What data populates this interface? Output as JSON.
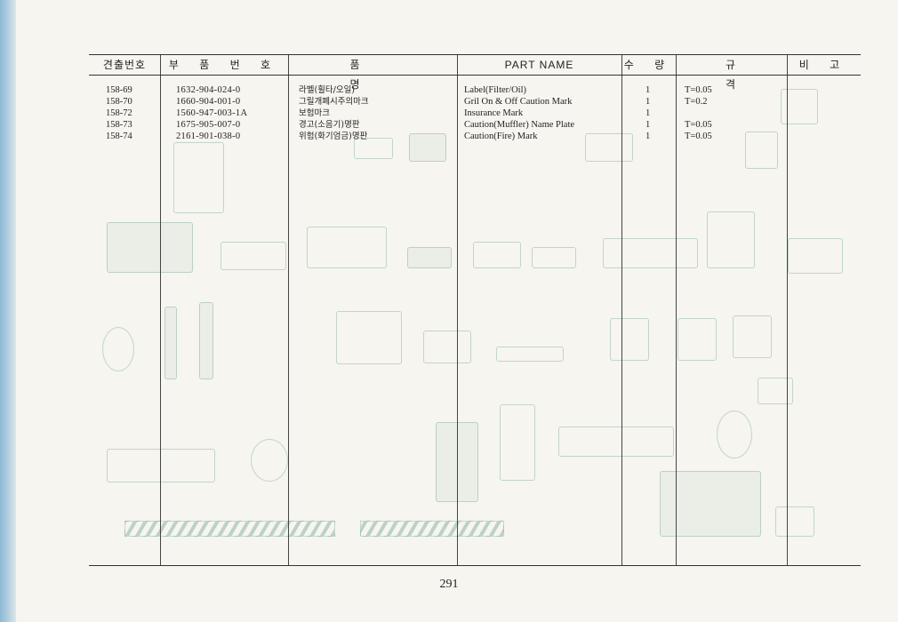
{
  "table": {
    "headers": {
      "no": "견출번호",
      "part_no": "부 품 번 호",
      "name_kr": "품 명",
      "part_name": "PART NAME",
      "qty": "수 량",
      "spec": "규 격",
      "remark": "비 고"
    },
    "rows": [
      {
        "no": "158-69",
        "part_no": "1632-904-024-0",
        "name_kr": "라벨(휠타/오일)",
        "part_name": "Label(Filter/Oil)",
        "qty": "1",
        "spec": "T=0.05"
      },
      {
        "no": "158-70",
        "part_no": "1660-904-001-0",
        "name_kr": "그릴개폐시주의마크",
        "part_name": "Gril On & Off Caution Mark",
        "qty": "1",
        "spec": "T=0.2"
      },
      {
        "no": "158-72",
        "part_no": "1560-947-003-1A",
        "name_kr": "보험마크",
        "part_name": "Insurance Mark",
        "qty": "1",
        "spec": ""
      },
      {
        "no": "158-73",
        "part_no": "1675-905-007-0",
        "name_kr": "경고(소음기)명판",
        "part_name": "Caution(Muffler) Name Plate",
        "qty": "1",
        "spec": "T=0.05"
      },
      {
        "no": "158-74",
        "part_no": "2161-901-038-0",
        "name_kr": "위험(화기엄금)명판",
        "part_name": "Caution(Fire) Mark",
        "qty": "1",
        "spec": "T=0.05"
      }
    ]
  },
  "page_number": "291"
}
